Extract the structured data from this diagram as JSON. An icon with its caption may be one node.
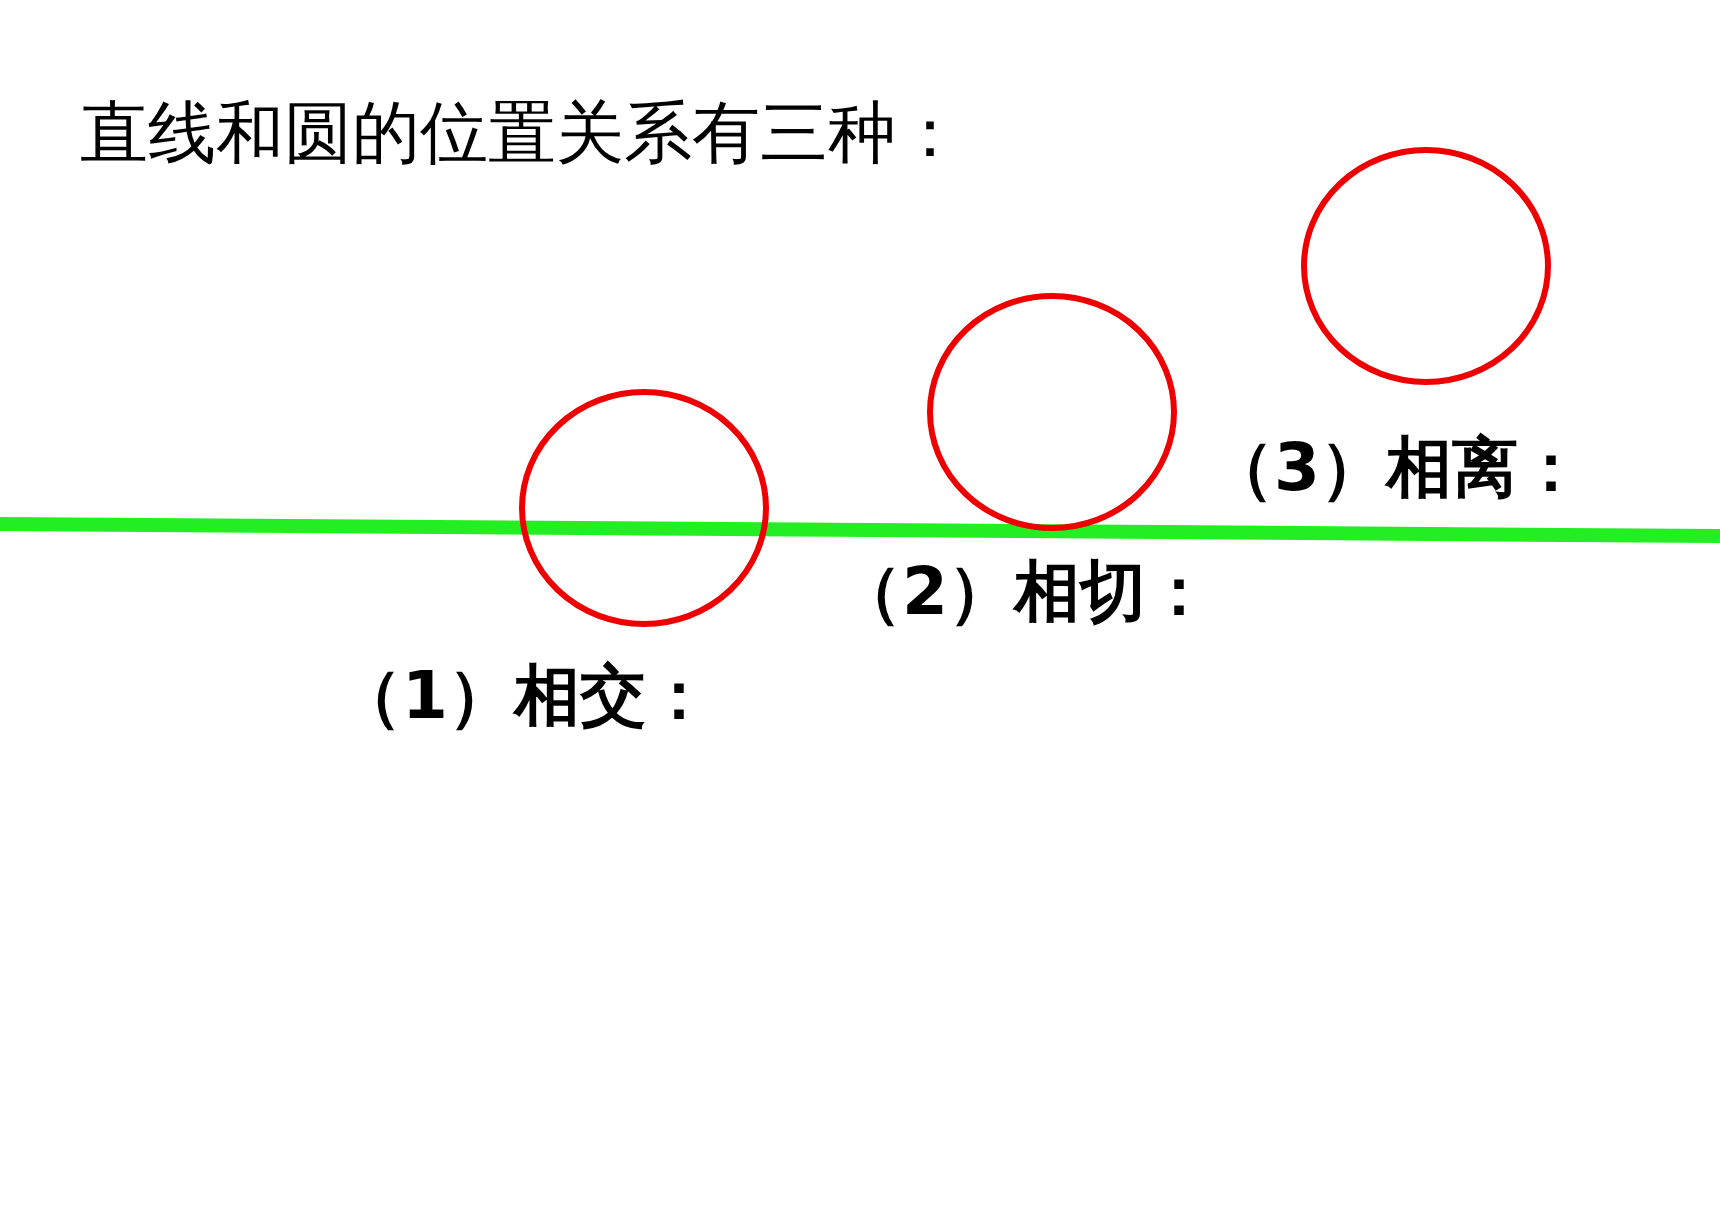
{
  "diagram": {
    "title": "直线和圆的位置关系有三种：",
    "nodes": [
      {
        "text": [],
        "shape": "circle"
      },
      {
        "text": [],
        "shape": "circle"
      },
      {
        "text": [],
        "shape": "circle"
      }
    ],
    "labels": [
      "（3）相离：",
      "（2）相切：",
      "（1）相交："
    ]
  }
}
